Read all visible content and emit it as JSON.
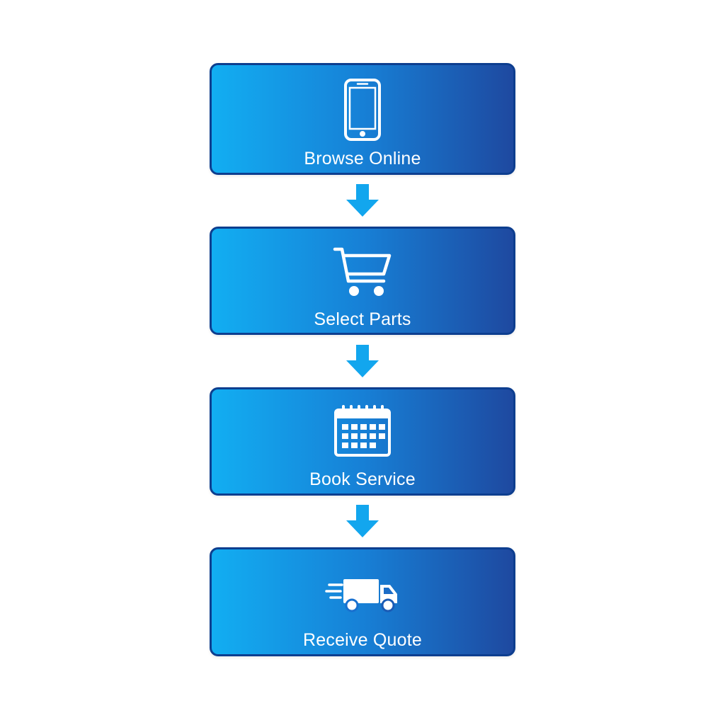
{
  "flow": {
    "steps": [
      {
        "label": "Browse Online",
        "icon": "smartphone-icon"
      },
      {
        "label": "Select Parts",
        "icon": "shopping-cart-icon"
      },
      {
        "label": "Book Service",
        "icon": "calendar-icon"
      },
      {
        "label": "Receive Quote",
        "icon": "delivery-truck-icon"
      }
    ],
    "connector_icon": "arrow-down-icon"
  },
  "colors": {
    "box_gradient_start": "#12aef2",
    "box_gradient_mid": "#1780d6",
    "box_gradient_end": "#1e49a0",
    "box_border": "#0d3e8f",
    "arrow": "#12a6ee",
    "text": "#ffffff",
    "background": "#ffffff"
  }
}
